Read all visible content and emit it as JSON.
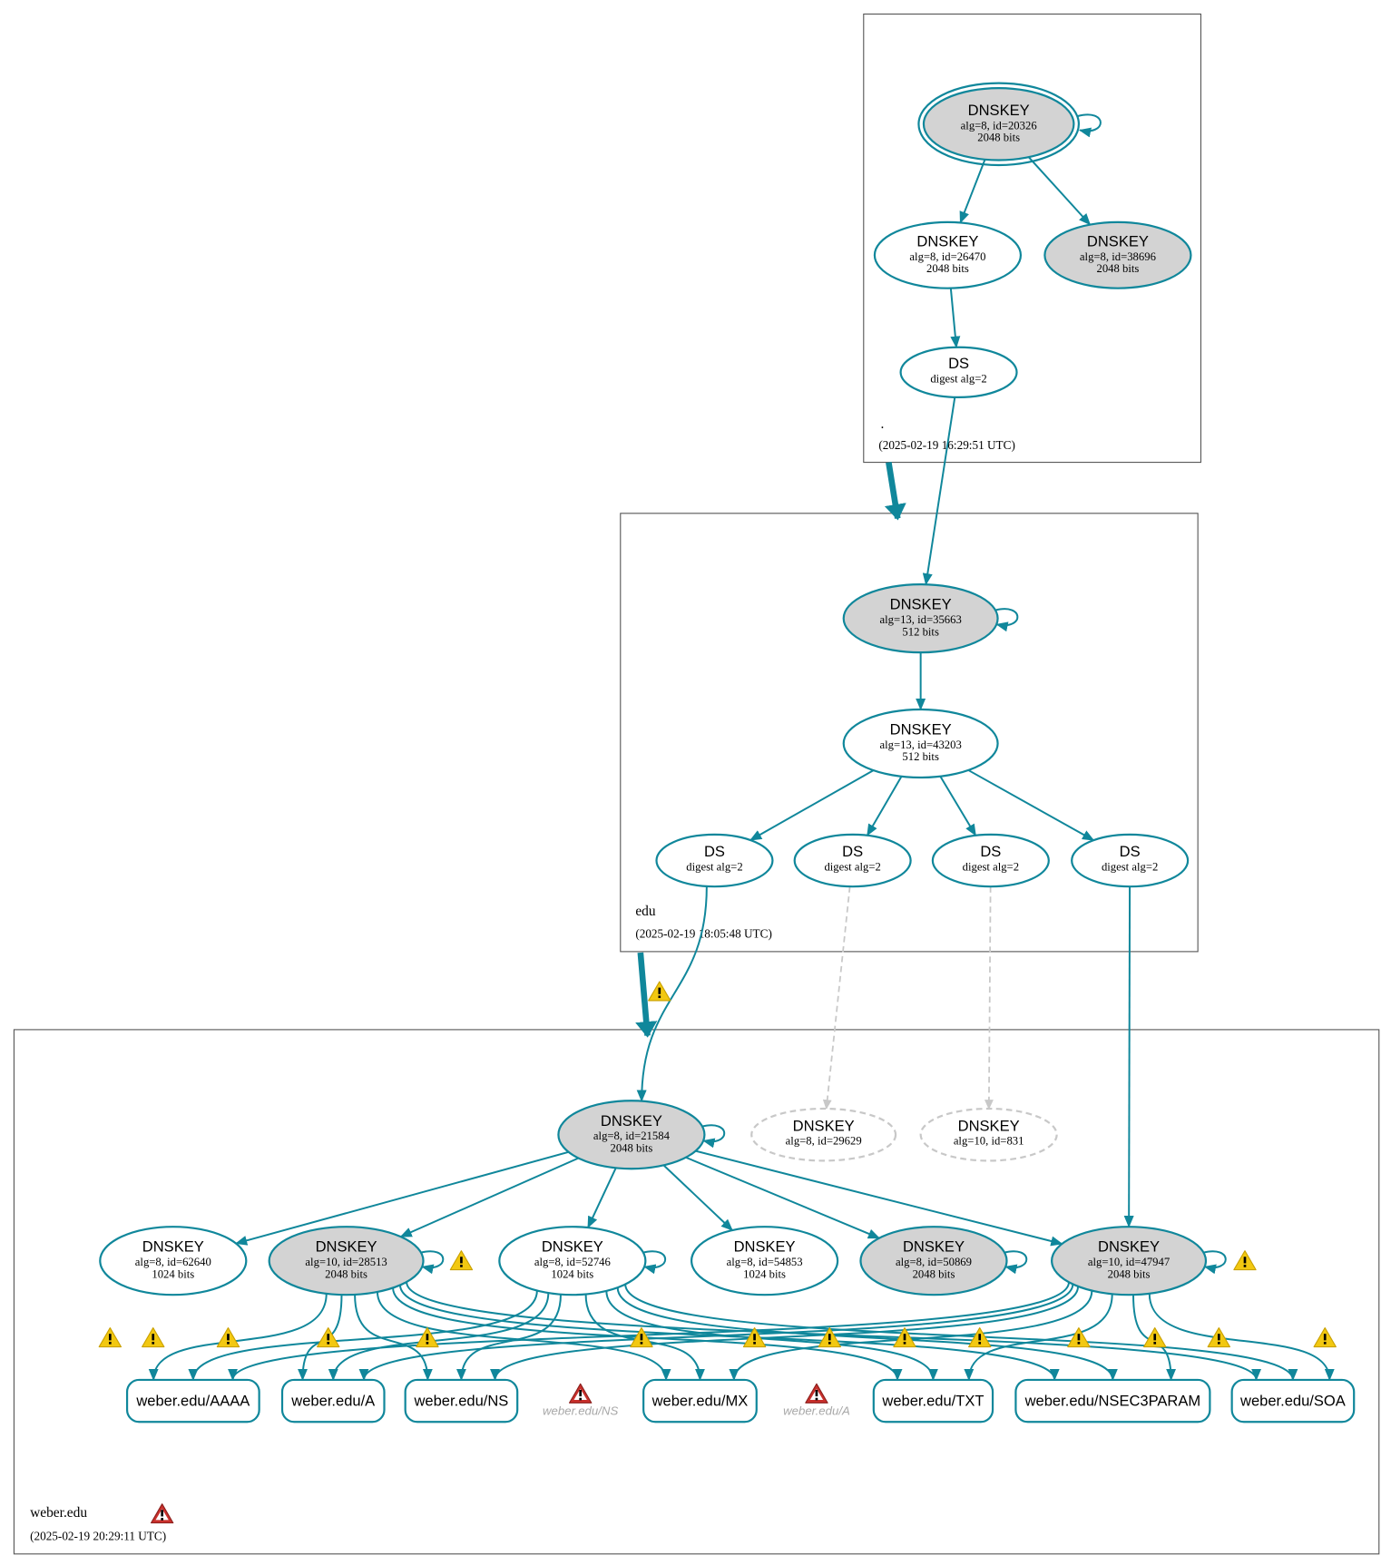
{
  "colors": {
    "edge": "#10879b",
    "keyFill": "#d3d3d3",
    "dashed": "#c8c8c8",
    "warn": "#f2c811",
    "error": "#c9302c",
    "border": "#555555"
  },
  "zones": [
    {
      "id": "root",
      "name": ".",
      "timestamp": "(2025-02-19 16:29:51 UTC)"
    },
    {
      "id": "edu",
      "name": "edu",
      "timestamp": "(2025-02-19 18:05:48 UTC)"
    },
    {
      "id": "weber",
      "name": "weber.edu",
      "timestamp": "(2025-02-19 20:29:11 UTC)"
    }
  ],
  "nodes": {
    "k20326": {
      "type": "DNSKEY",
      "l1": "alg=8, id=20326",
      "l2": "2048 bits",
      "style": "sep-double"
    },
    "k26470": {
      "type": "DNSKEY",
      "l1": "alg=8, id=26470",
      "l2": "2048 bits",
      "style": "plain"
    },
    "k38696": {
      "type": "DNSKEY",
      "l1": "alg=8, id=38696",
      "l2": "2048 bits",
      "style": "sep"
    },
    "dsroot": {
      "type": "DS",
      "l1": "digest alg=2",
      "style": "plain"
    },
    "k35663": {
      "type": "DNSKEY",
      "l1": "alg=13, id=35663",
      "l2": "512 bits",
      "style": "sep"
    },
    "k43203": {
      "type": "DNSKEY",
      "l1": "alg=13, id=43203",
      "l2": "512 bits",
      "style": "plain"
    },
    "ds1": {
      "type": "DS",
      "l1": "digest alg=2",
      "style": "plain"
    },
    "ds2": {
      "type": "DS",
      "l1": "digest alg=2",
      "style": "plain"
    },
    "ds3": {
      "type": "DS",
      "l1": "digest alg=2",
      "style": "plain"
    },
    "ds4": {
      "type": "DS",
      "l1": "digest alg=2",
      "style": "plain"
    },
    "k21584": {
      "type": "DNSKEY",
      "l1": "alg=8, id=21584",
      "l2": "2048 bits",
      "style": "sep"
    },
    "k29629": {
      "type": "DNSKEY",
      "l1": "alg=8, id=29629",
      "style": "missing"
    },
    "k831": {
      "type": "DNSKEY",
      "l1": "alg=10, id=831",
      "style": "missing"
    },
    "k62640": {
      "type": "DNSKEY",
      "l1": "alg=8, id=62640",
      "l2": "1024 bits",
      "style": "plain"
    },
    "k28513": {
      "type": "DNSKEY",
      "l1": "alg=10, id=28513",
      "l2": "2048 bits",
      "style": "sep"
    },
    "k52746": {
      "type": "DNSKEY",
      "l1": "alg=8, id=52746",
      "l2": "1024 bits",
      "style": "plain"
    },
    "k54853": {
      "type": "DNSKEY",
      "l1": "alg=8, id=54853",
      "l2": "1024 bits",
      "style": "plain"
    },
    "k50869": {
      "type": "DNSKEY",
      "l1": "alg=8, id=50869",
      "l2": "2048 bits",
      "style": "sep"
    },
    "k47947": {
      "type": "DNSKEY",
      "l1": "alg=10, id=47947",
      "l2": "2048 bits",
      "style": "sep"
    }
  },
  "rrsets": {
    "aaaa": "weber.edu/AAAA",
    "a": "weber.edu/A",
    "ns": "weber.edu/NS",
    "mx": "weber.edu/MX",
    "txt": "weber.edu/TXT",
    "nsec3param": "weber.edu/NSEC3PARAM",
    "soa": "weber.edu/SOA"
  },
  "errors": [
    {
      "id": "errns",
      "label": "weber.edu/NS"
    },
    {
      "id": "erra",
      "label": "weber.edu/A"
    }
  ],
  "edges": [
    [
      "k20326",
      "k26470"
    ],
    [
      "k20326",
      "k38696"
    ],
    [
      "k26470",
      "dsroot"
    ],
    [
      "dsroot",
      "k35663"
    ],
    [
      "k35663",
      "k43203"
    ],
    [
      "k43203",
      "ds1"
    ],
    [
      "k43203",
      "ds2"
    ],
    [
      "k43203",
      "ds3"
    ],
    [
      "k43203",
      "ds4"
    ],
    [
      "ds1",
      "k21584"
    ],
    [
      "ds2",
      "k29629",
      "dashed"
    ],
    [
      "ds3",
      "k831",
      "dashed"
    ],
    [
      "ds4",
      "k47947"
    ],
    [
      "k21584",
      "k62640"
    ],
    [
      "k21584",
      "k28513"
    ],
    [
      "k21584",
      "k52746"
    ],
    [
      "k21584",
      "k54853"
    ],
    [
      "k21584",
      "k50869"
    ],
    [
      "k21584",
      "k47947"
    ],
    [
      "k28513",
      "aaaa"
    ],
    [
      "k28513",
      "a"
    ],
    [
      "k28513",
      "ns"
    ],
    [
      "k28513",
      "mx"
    ],
    [
      "k28513",
      "txt"
    ],
    [
      "k28513",
      "nsec3param"
    ],
    [
      "k28513",
      "soa"
    ],
    [
      "k52746",
      "aaaa"
    ],
    [
      "k52746",
      "a"
    ],
    [
      "k52746",
      "ns"
    ],
    [
      "k52746",
      "mx"
    ],
    [
      "k52746",
      "txt"
    ],
    [
      "k52746",
      "nsec3param"
    ],
    [
      "k52746",
      "soa"
    ],
    [
      "k47947",
      "aaaa"
    ],
    [
      "k47947",
      "a"
    ],
    [
      "k47947",
      "ns"
    ],
    [
      "k47947",
      "mx"
    ],
    [
      "k47947",
      "txt"
    ],
    [
      "k47947",
      "nsec3param"
    ],
    [
      "k47947",
      "soa"
    ]
  ],
  "self_loops": [
    "k20326",
    "k35663",
    "k21584",
    "k28513",
    "k52746",
    "k50869",
    "k47947"
  ]
}
